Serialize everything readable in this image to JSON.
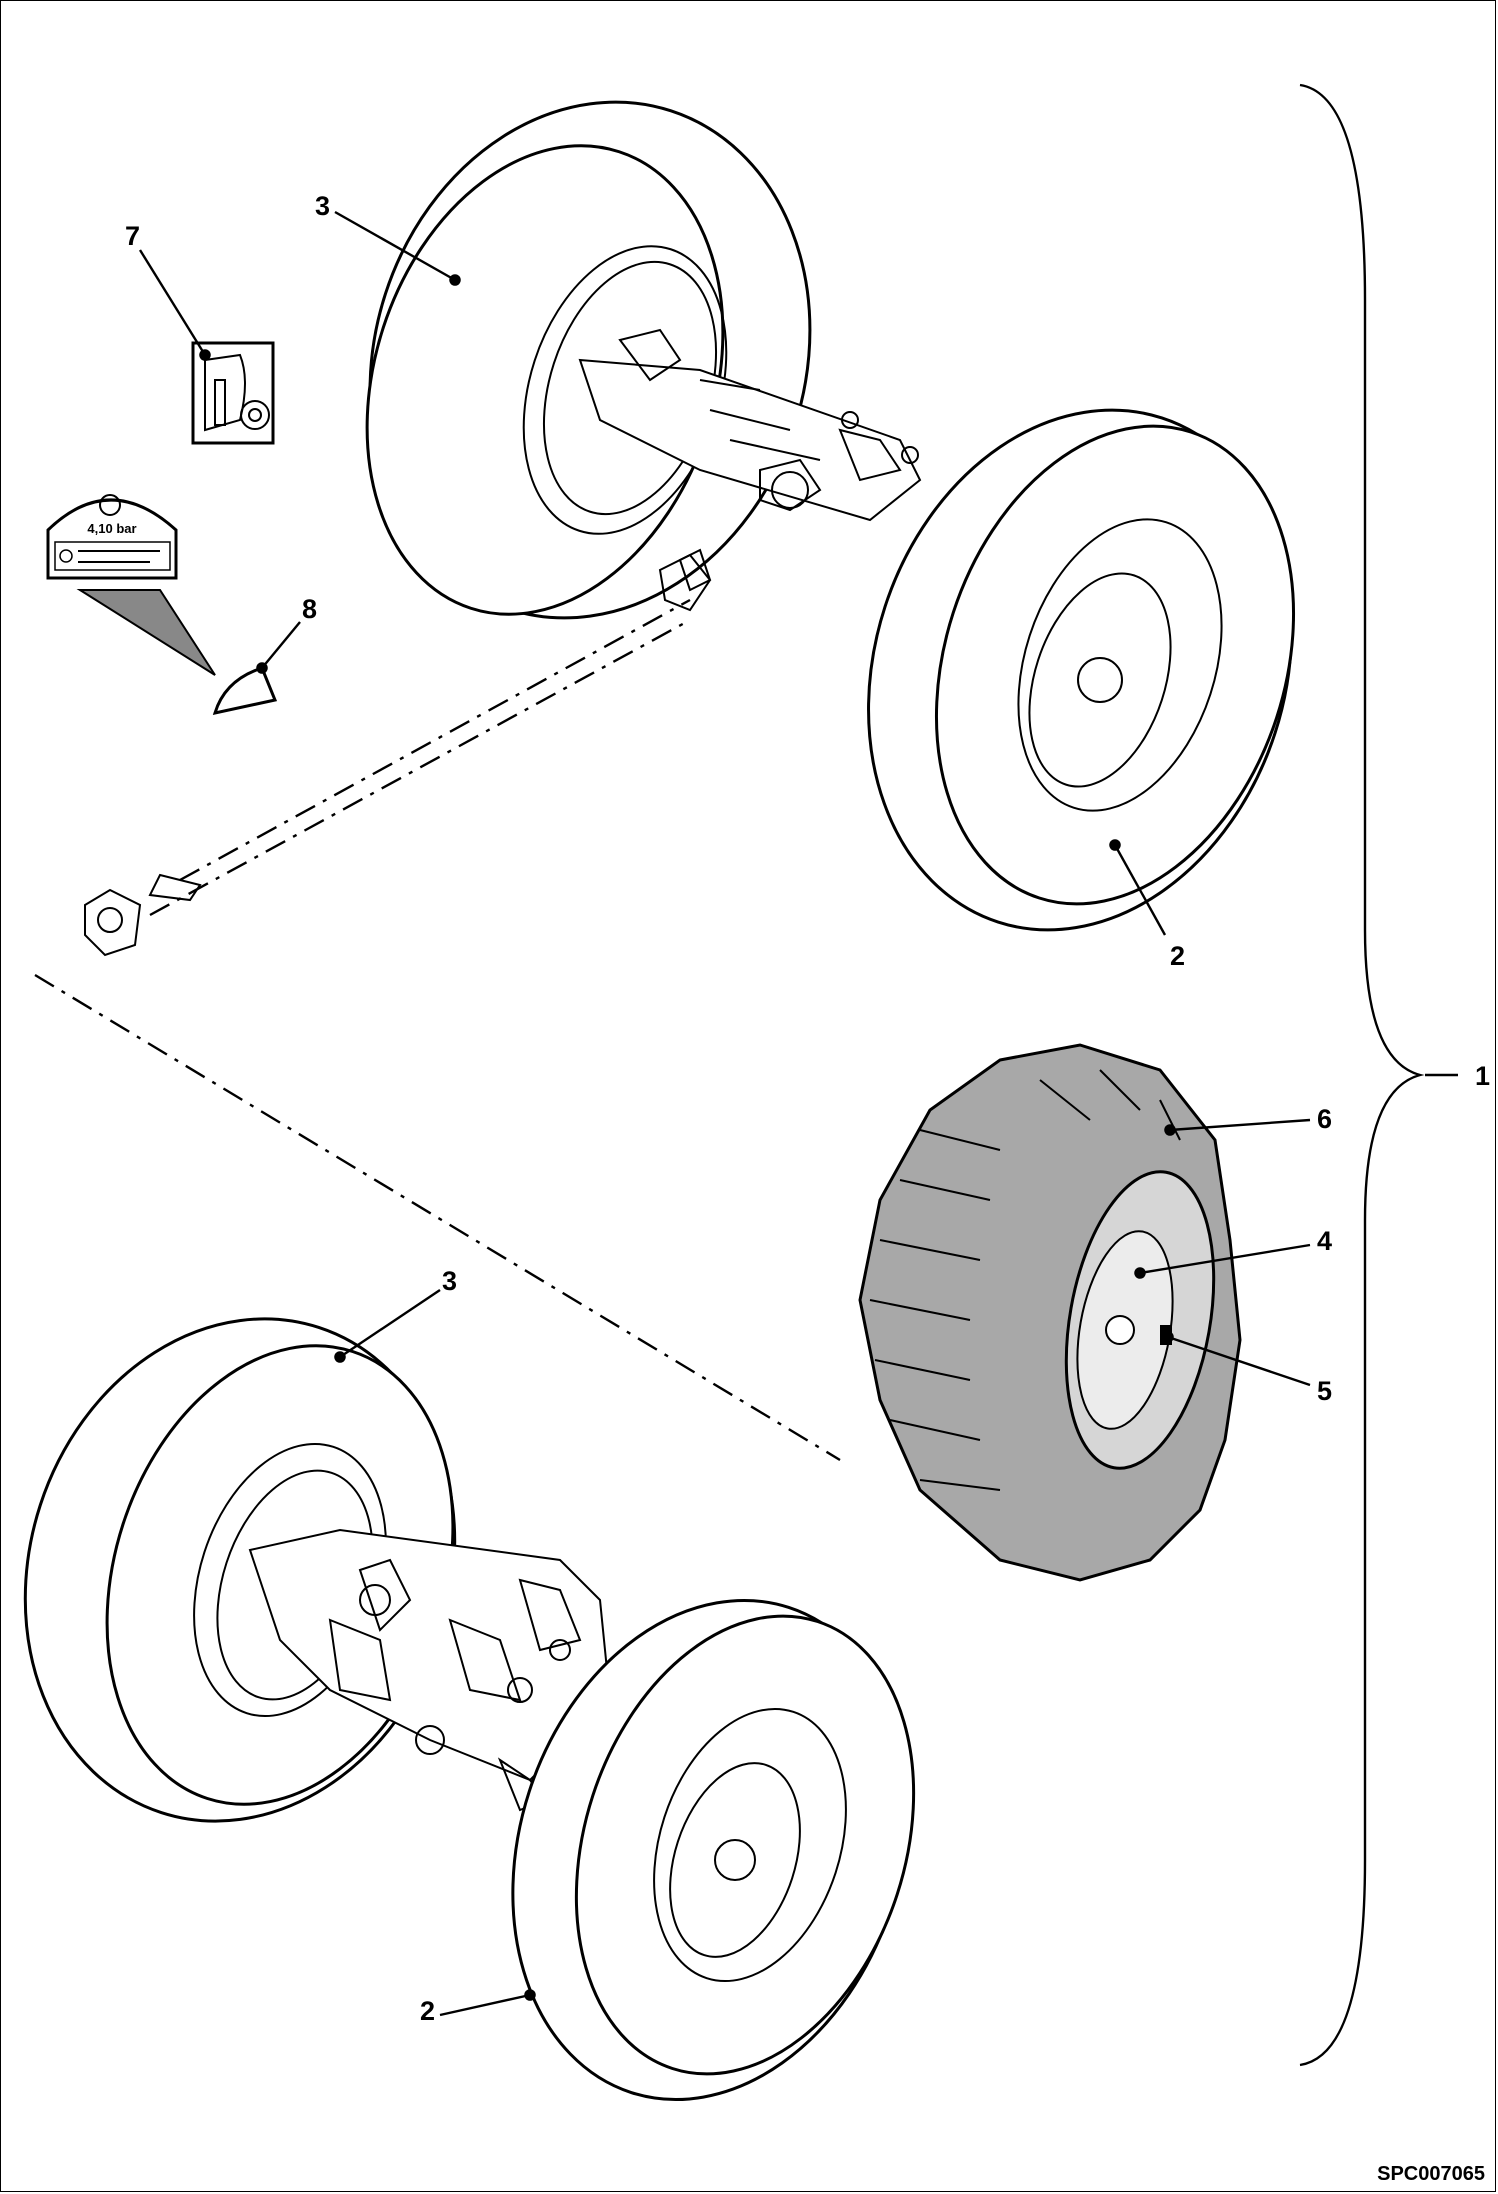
{
  "callouts": {
    "c1": "1",
    "c2_top": "2",
    "c2_bottom": "2",
    "c3_top": "3",
    "c3_bottom": "3",
    "c4": "4",
    "c5": "5",
    "c6": "6",
    "c7": "7",
    "c8": "8"
  },
  "pressure_label": {
    "pressure": "4,10 bar"
  },
  "drawing_code": "SPC007065"
}
